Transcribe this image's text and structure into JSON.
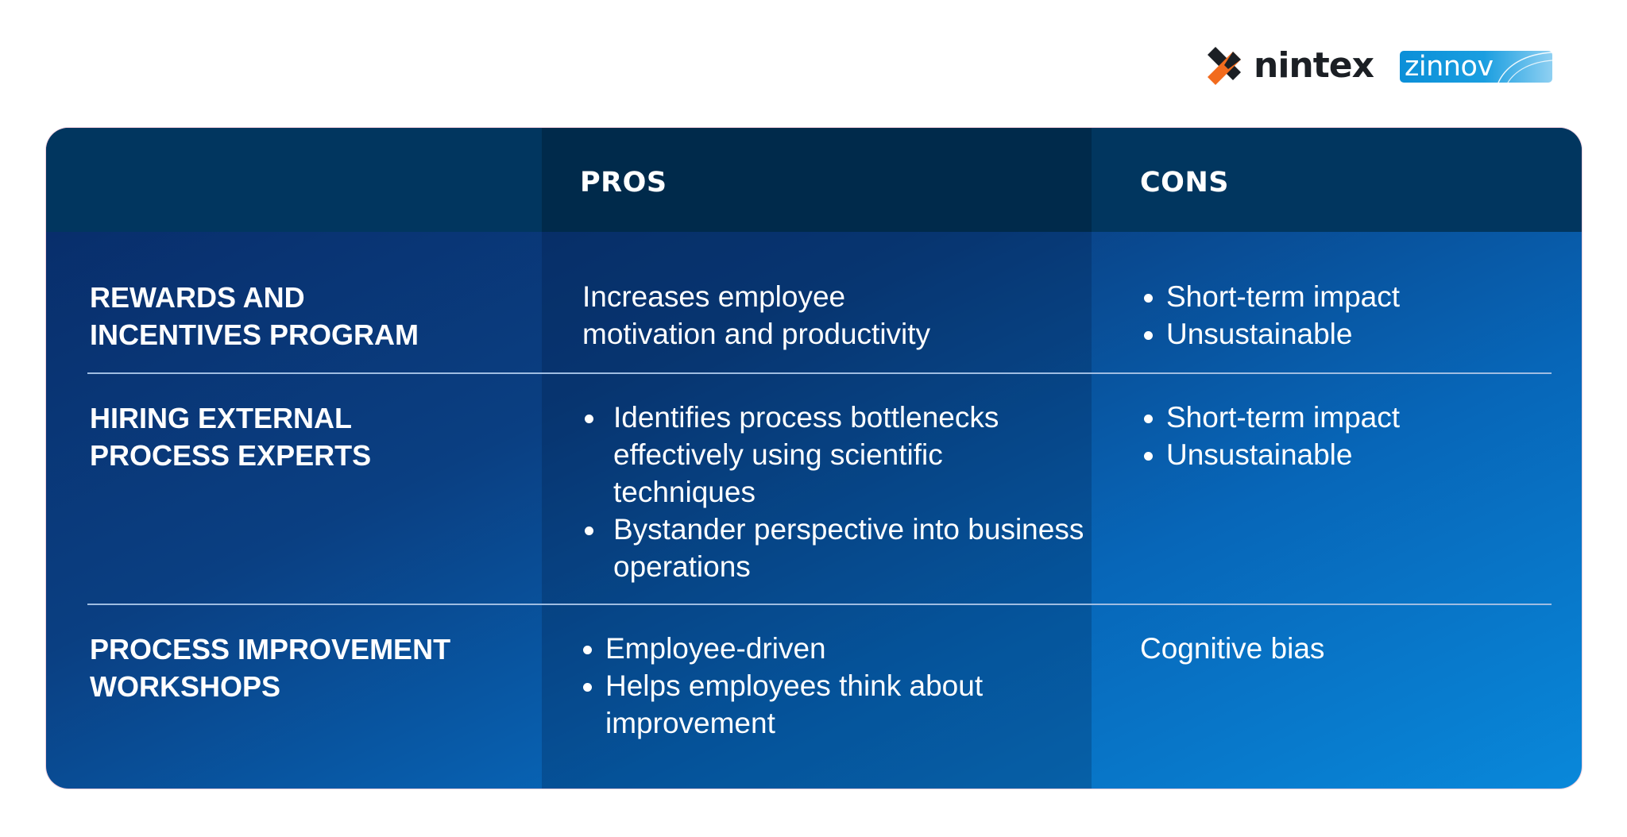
{
  "logos": {
    "nintex": {
      "label": "nintex",
      "mark_colors": {
        "orange": "#f26b1d",
        "black": "#1b1f24"
      }
    },
    "zinnov": {
      "label": "zinnov",
      "bg_color": "#0b8fd8"
    }
  },
  "table": {
    "colors": {
      "header_bg": "#01365f",
      "pros_header_bg": "#002a4b",
      "body_gradient_start": "#082a66",
      "body_gradient_end": "#0988da",
      "divider": "#9fbde2",
      "text": "#ffffff"
    },
    "columns": [
      {
        "label": ""
      },
      {
        "label": "PROS"
      },
      {
        "label": "CONS"
      }
    ],
    "rows": [
      {
        "title_lines": [
          "REWARDS AND",
          "INCENTIVES PROGRAM"
        ],
        "pros": {
          "type": "text",
          "lines": [
            "Increases employee",
            "motivation and productivity"
          ]
        },
        "cons": {
          "type": "bullets",
          "items": [
            "Short-term impact",
            "Unsustainable"
          ]
        }
      },
      {
        "title_lines": [
          "HIRING EXTERNAL",
          "PROCESS EXPERTS"
        ],
        "pros": {
          "type": "bullets",
          "items": [
            "Identifies process bottlenecks effectively using scientific techniques",
            "Bystander perspective into business operations"
          ]
        },
        "cons": {
          "type": "bullets",
          "items": [
            "Short-term impact",
            "Unsustainable"
          ]
        }
      },
      {
        "title_lines": [
          "PROCESS IMPROVEMENT",
          "WORKSHOPS"
        ],
        "pros": {
          "type": "bullets",
          "items": [
            "Employee-driven",
            "Helps employees think about improvement"
          ]
        },
        "cons": {
          "type": "text",
          "lines": [
            "Cognitive bias"
          ]
        }
      }
    ]
  }
}
